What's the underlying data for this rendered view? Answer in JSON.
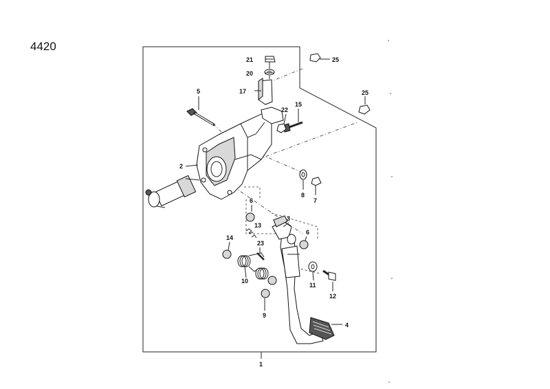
{
  "diagram": {
    "number": "4420",
    "callouts": {
      "p1": "1",
      "p2": "2",
      "p3": "3",
      "p4": "4",
      "p5": "5",
      "p6a": "6",
      "p6b": "6",
      "p7": "7",
      "p8": "8",
      "p9": "9",
      "p10": "10",
      "p11": "11",
      "p12": "12",
      "p13": "13",
      "p14": "14",
      "p15": "15",
      "p17": "17",
      "p20": "20",
      "p21": "21",
      "p22": "22",
      "p23": "23",
      "p25a": "25",
      "p25b": "25"
    }
  }
}
